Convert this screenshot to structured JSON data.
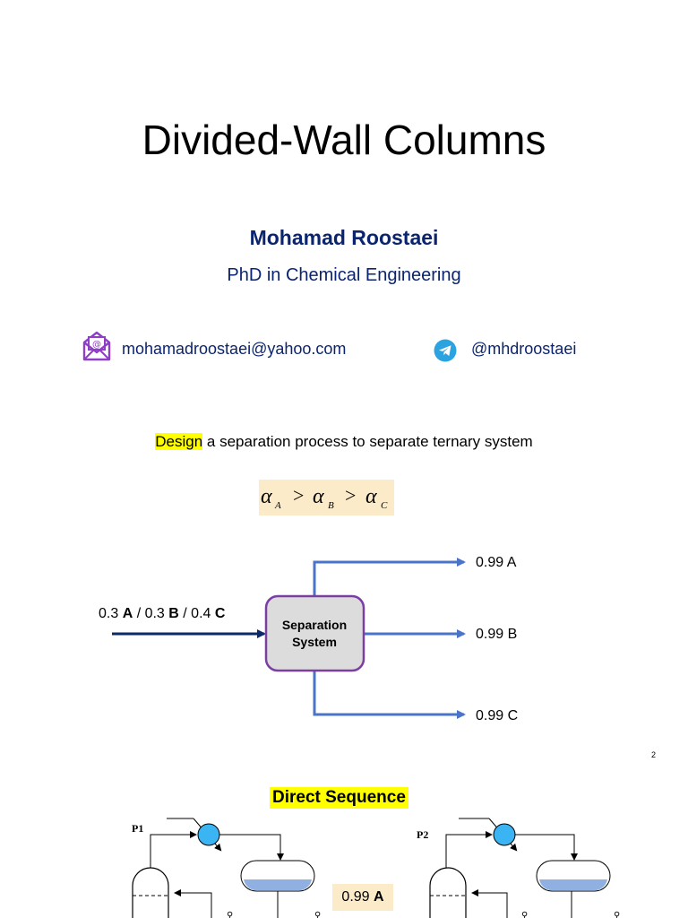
{
  "slide1": {
    "title": "Divided-Wall Columns",
    "author": "Mohamad Roostaei",
    "degree": "PhD in Chemical Engineering",
    "email": "mohamadroostaei@yahoo.com",
    "telegram": "@mhdroostaei",
    "design_word": "Design",
    "design_rest": " a separation process to separate ternary system",
    "volatility": {
      "alpha": "α",
      "gt": ">",
      "sub_a": "A",
      "sub_b": "B",
      "sub_c": "C"
    },
    "feed": {
      "p1": "0.3 ",
      "a": "A",
      "p2": " / 0.3 ",
      "b": "B",
      "p3": " / 0.4 ",
      "c": "C"
    },
    "box": {
      "line1": "Separation",
      "line2": "System"
    },
    "outputs": {
      "a": "0.99 A",
      "b": "0.99 B",
      "c": "0.99 C"
    }
  },
  "slide_number": "2",
  "slide2": {
    "title": "Direct Sequence",
    "col1_label": "P1",
    "col2_label": "P2",
    "product_value": "0.99 ",
    "product_component": "A"
  },
  "colors": {
    "navy_text": "#0b2470",
    "feed_arrow": "#0a2a6b",
    "product_arrow": "#4a74c9",
    "box_fill": "#dcdcdc",
    "box_border": "#7b3fa0",
    "highlight": "#ffff00",
    "formula_bg": "#fcebc8",
    "condenser": "#3ab4f2",
    "icon_purple": "#8e3fc6",
    "telegram": "#2aa3e0"
  }
}
